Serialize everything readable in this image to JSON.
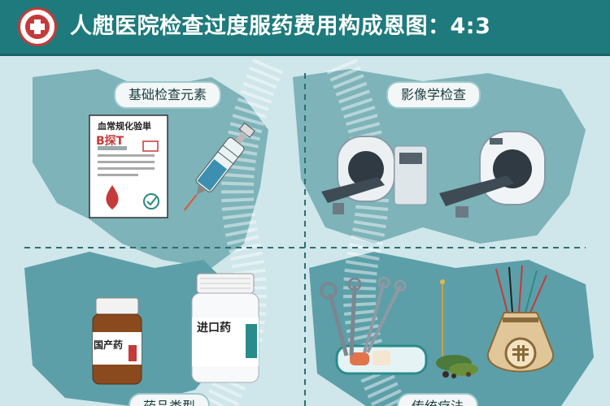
{
  "header": {
    "title": "人甝医院检查过度服药费用构成恩图：4:3",
    "logo_icon": "hospital-cross-logo-icon"
  },
  "sections": {
    "top_left_label": "基础检查元素",
    "top_right_label": "影像学检查",
    "bottom_left_label": "药品类型",
    "bottom_right_label": "传统疗法"
  },
  "report": {
    "title": "血常规化验単",
    "subtitle": "B探T"
  },
  "bottles": {
    "domestic_label": "国产药",
    "imported_label": "进口药"
  },
  "colors": {
    "header": "#1e7a7c",
    "map_land": "#4f9aa3",
    "background": "#cfe6ea",
    "accent_red": "#c53a3a"
  }
}
